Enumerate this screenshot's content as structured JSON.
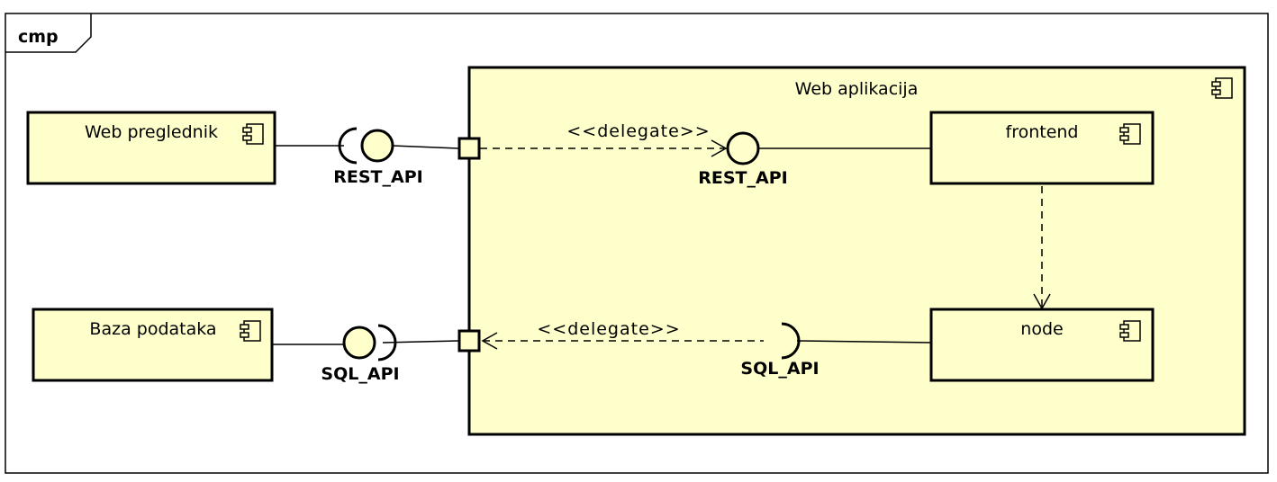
{
  "frame": {
    "tag": "cmp"
  },
  "colors": {
    "component_fill": "#ffffcc",
    "stroke": "#000000",
    "background": "#ffffff"
  },
  "components": {
    "web_browser": "Web preglednik",
    "database": "Baza podataka",
    "web_app": "Web aplikacija",
    "frontend": "frontend",
    "node": "node"
  },
  "interfaces": {
    "rest_outer": "REST_API",
    "rest_inner": "REST_API",
    "sql_outer": "SQL_API",
    "sql_inner": "SQL_API"
  },
  "stereotypes": {
    "delegate_rest": "<<delegate>>",
    "delegate_sql": "<<delegate>>"
  },
  "icons": {
    "component": "component-icon"
  }
}
